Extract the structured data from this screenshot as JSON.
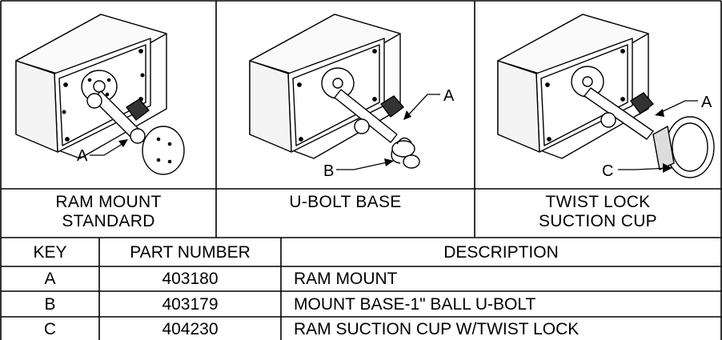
{
  "figures": [
    {
      "caption_line1": "RAM MOUNT",
      "caption_line2": "STANDARD",
      "callouts": [
        "A"
      ]
    },
    {
      "caption_line1": "U-BOLT BASE",
      "caption_line2": "",
      "callouts": [
        "A",
        "B"
      ]
    },
    {
      "caption_line1": "TWIST LOCK",
      "caption_line2": "SUCTION CUP",
      "callouts": [
        "A",
        "C"
      ]
    }
  ],
  "parts_table": {
    "headers": {
      "key": "KEY",
      "part_number": "PART NUMBER",
      "description": "DESCRIPTION"
    },
    "rows": [
      {
        "key": "A",
        "part_number": "403180",
        "description": "RAM MOUNT"
      },
      {
        "key": "B",
        "part_number": "403179",
        "description": "MOUNT BASE-1\" BALL U-BOLT"
      },
      {
        "key": "C",
        "part_number": "404230",
        "description": "RAM SUCTION CUP W/TWIST LOCK"
      }
    ]
  }
}
